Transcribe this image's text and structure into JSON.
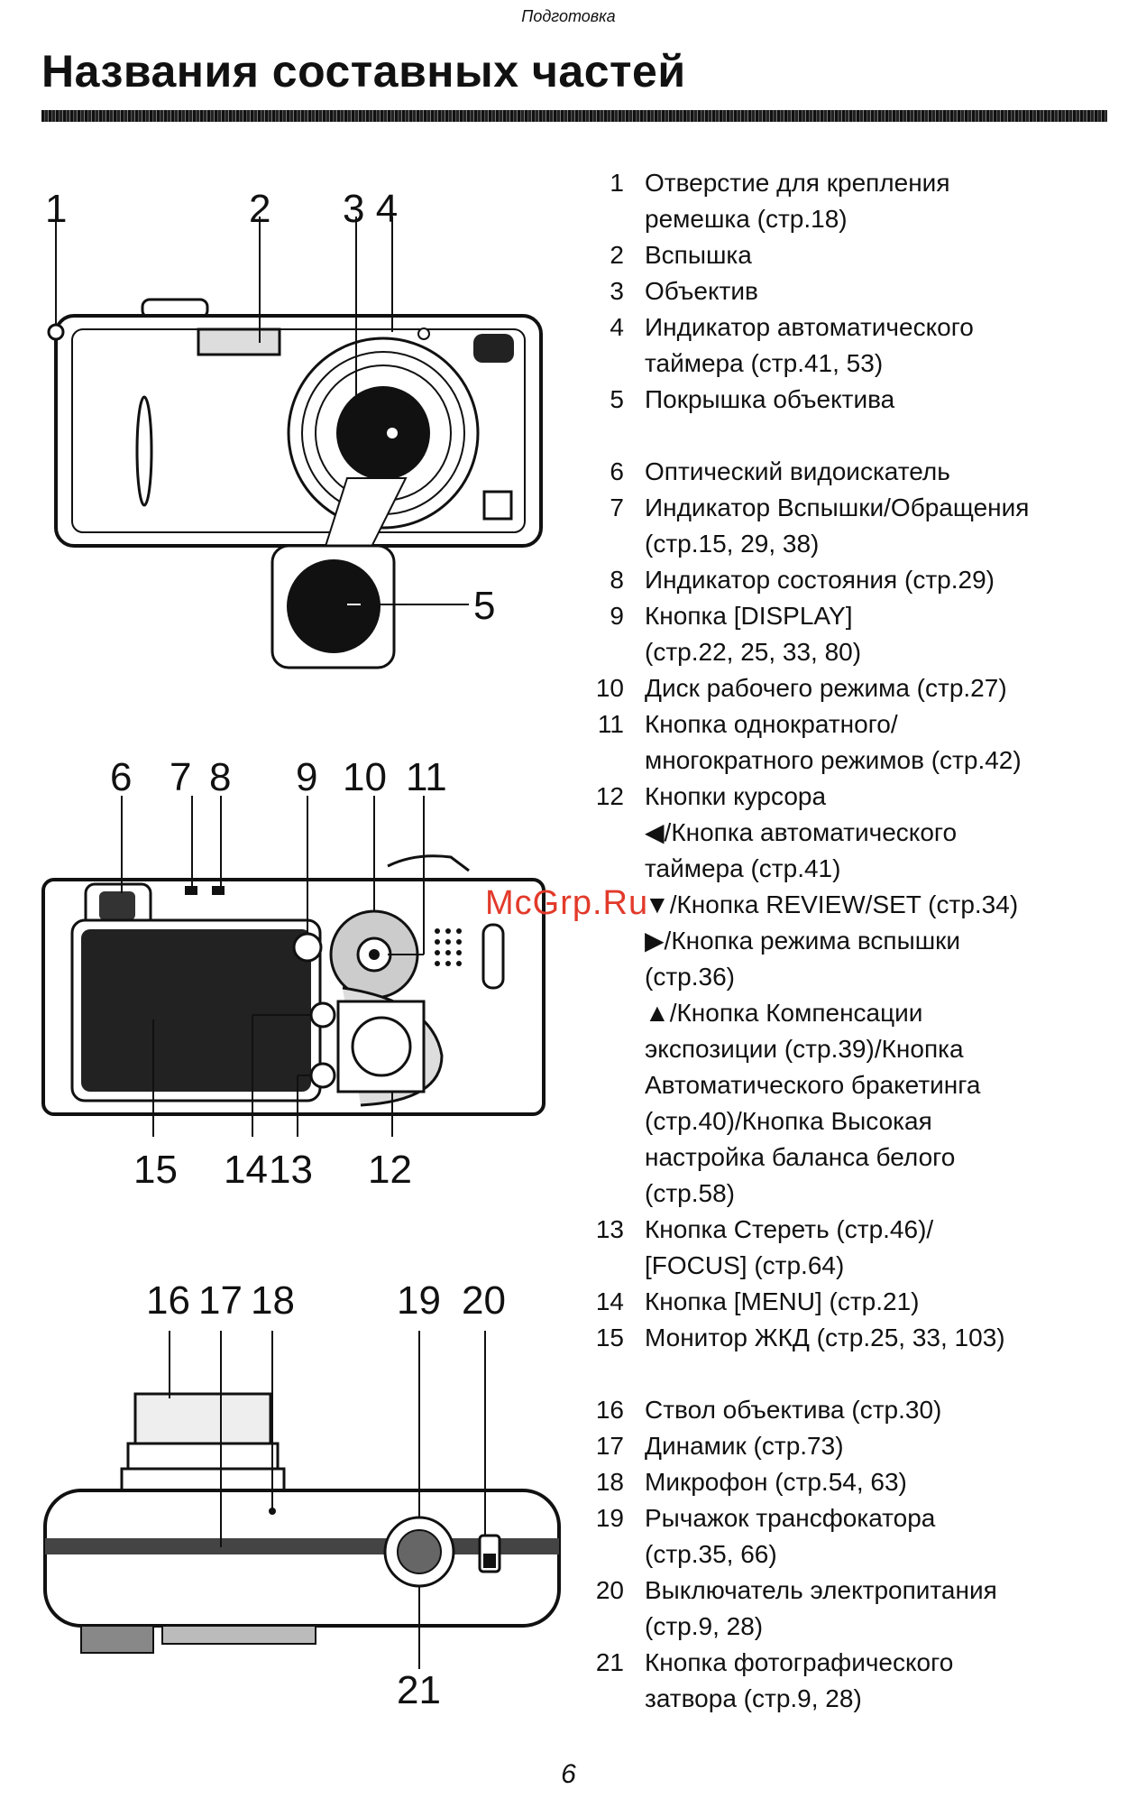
{
  "header": {
    "section_label": "Подготовка",
    "title": "Названия составных частей"
  },
  "figures": {
    "front": {
      "callouts": [
        "1",
        "2",
        "3 4",
        "5"
      ]
    },
    "back": {
      "callouts": [
        "6",
        "7",
        "8",
        "9",
        "10",
        "11",
        "15",
        "14",
        "13",
        "12"
      ]
    },
    "top": {
      "callouts": [
        "16",
        "17",
        "18",
        "19",
        "20",
        "21"
      ]
    }
  },
  "parts": [
    {
      "number": "1",
      "lines": [
        "Отверстие для крепления",
        "ремешка (стр.18)"
      ]
    },
    {
      "number": "2",
      "lines": [
        "Вспышка"
      ]
    },
    {
      "number": "3",
      "lines": [
        "Объектив"
      ]
    },
    {
      "number": "4",
      "lines": [
        "Индикатор автоматического",
        "таймера (стр.41, 53)"
      ]
    },
    {
      "number": "5",
      "lines": [
        "Покрышка объектива"
      ]
    },
    {
      "number": "6",
      "lines": [
        "Оптический видоискатель"
      ]
    },
    {
      "number": "7",
      "lines": [
        "Индикатор Вспышки/Обращения",
        "(стр.15, 29, 38)"
      ]
    },
    {
      "number": "8",
      "lines": [
        "Индикатор состояния (стр.29)"
      ]
    },
    {
      "number": "9",
      "lines": [
        "Кнопка [DISPLAY]",
        "(стр.22, 25, 33, 80)"
      ]
    },
    {
      "number": "10",
      "lines": [
        "Диск рабочего режима (стр.27)"
      ]
    },
    {
      "number": "11",
      "lines": [
        "Кнопка однократного/",
        "многократного режимов (стр.42)"
      ]
    },
    {
      "number": "12",
      "lines": [
        "Кнопки курсора",
        "◀/Кнопка автоматического",
        "таймера (стр.41)",
        "▼/Кнопка REVIEW/SET (стр.34)",
        "▶/Кнопка режима вспышки",
        "(стр.36)",
        "▲/Кнопка Компенсации",
        "экспозиции (стр.39)/Кнопка",
        "Автоматического бракетинга",
        "(стр.40)/Кнопка Высокая",
        "настройка баланса белого",
        "(стр.58)"
      ]
    },
    {
      "number": "13",
      "lines": [
        "Кнопка Стереть (стр.46)/",
        "[FOCUS] (стр.64)"
      ]
    },
    {
      "number": "14",
      "lines": [
        "Кнопка [MENU] (стр.21)"
      ]
    },
    {
      "number": "15",
      "lines": [
        "Монитор ЖКД (стр.25, 33, 103)"
      ]
    },
    {
      "number": "16",
      "lines": [
        "Ствол объектива (стр.30)"
      ]
    },
    {
      "number": "17",
      "lines": [
        "Динамик (стр.73)"
      ]
    },
    {
      "number": "18",
      "lines": [
        "Микрофон (стр.54, 63)"
      ]
    },
    {
      "number": "19",
      "lines": [
        "Рычажок трансфокатора",
        "(стр.35, 66)"
      ]
    },
    {
      "number": "20",
      "lines": [
        "Выключатель электропитания",
        "(стр.9, 28)"
      ]
    },
    {
      "number": "21",
      "lines": [
        "Кнопка фотографического",
        "затвора (стр.9, 28)"
      ]
    }
  ],
  "watermark": "McGrp.Ru",
  "page_number": "6"
}
